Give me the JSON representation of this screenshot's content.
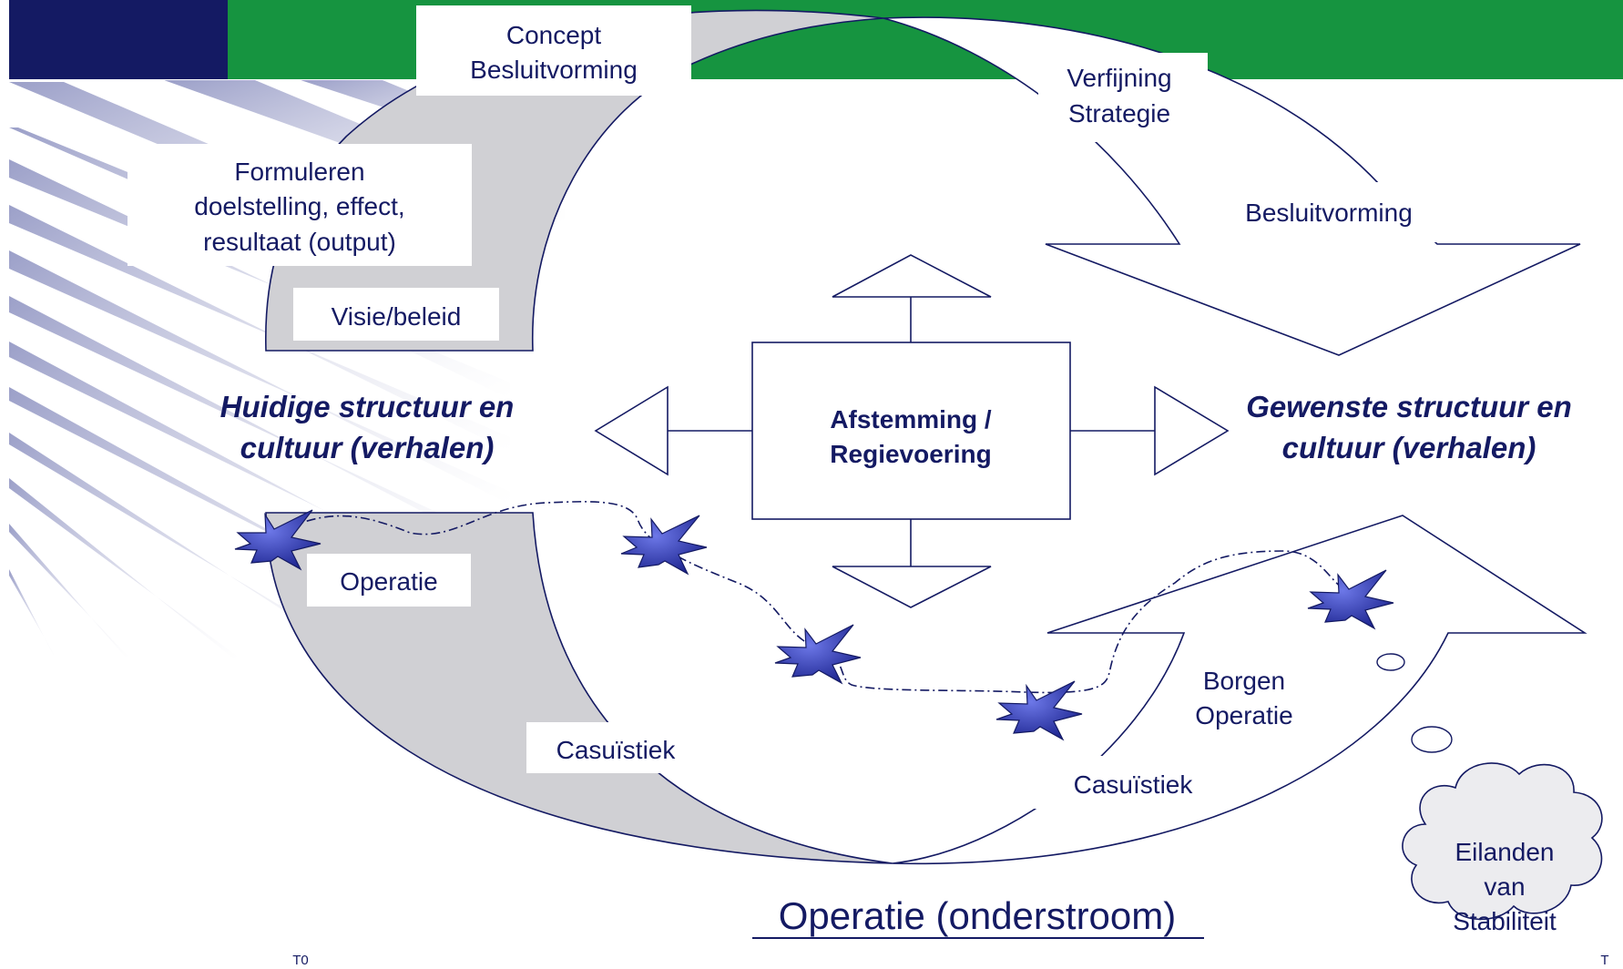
{
  "labels": {
    "concept_1": "Concept",
    "concept_2": "Besluitvorming",
    "verfijning_1": "Verfijning",
    "verfijning_2": "Strategie",
    "besluitvorming": "Besluitvorming",
    "formuleren_1": "Formuleren",
    "formuleren_2": "doelstelling, effect,",
    "formuleren_3": "resultaat (output)",
    "visie": "Visie/beleid",
    "huidige_1": "Huidige structuur en",
    "huidige_2": "cultuur (verhalen)",
    "gewenste_1": "Gewenste structuur en",
    "gewenste_2": "cultuur (verhalen)",
    "afstemming_1": "Afstemming /",
    "afstemming_2": "Regievoering",
    "operatie": "Operatie",
    "casuistiek_left": "Casuïstiek",
    "casuistiek_right": "Casuïstiek",
    "borgen_1": "Borgen",
    "borgen_2": "Operatie",
    "onderstroom": "Operatie (onderstroom)",
    "eilanden_1": "Eilanden",
    "eilanden_2": "van",
    "eilanden_3": "Stabiliteit",
    "t0": "T0",
    "t_right": "T"
  },
  "colors": {
    "navy": "#141a63",
    "green": "#169440",
    "grey_band": "#d0d0d4",
    "text_navy": "#141a63",
    "star": "#2a33a8"
  }
}
